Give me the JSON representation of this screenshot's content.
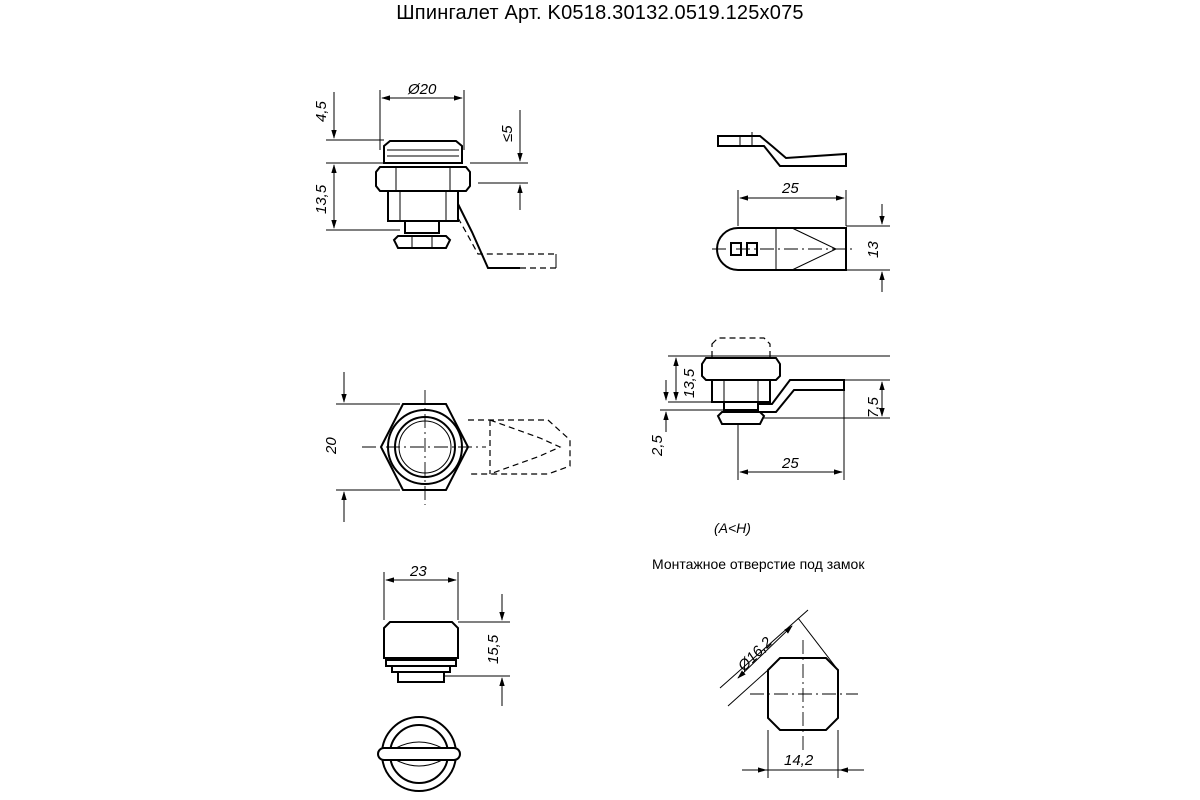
{
  "title": "Шпингалет Арт. K0518.30132.0519.125x075",
  "caption": "Монтажное отверстие под замок",
  "note": "(A<H)",
  "dimensions": {
    "d_head": "Ø20",
    "head_h": "4,5",
    "max_5": "≤5",
    "body_h": "13,5",
    "cam_len": "25",
    "cam_w": "13",
    "hex": "20",
    "side_body": "13,5",
    "side_25": "25",
    "side_75": "7,5",
    "side_25b": "2,5",
    "cap_w": "23",
    "cap_h": "15,5",
    "hole_d": "Ø16,2",
    "hole_flat": "14,2"
  }
}
